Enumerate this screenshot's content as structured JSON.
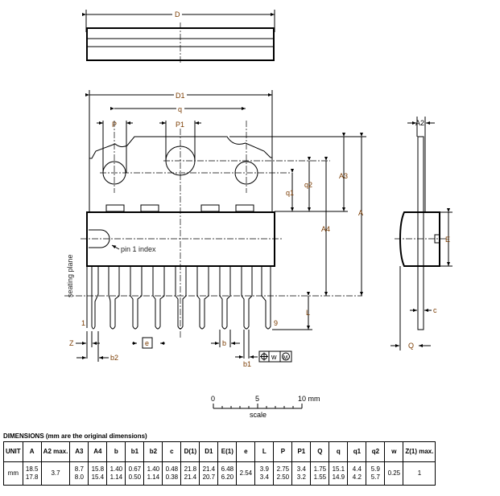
{
  "labels": {
    "D": "D",
    "D1": "D1",
    "q": "q",
    "P": "P",
    "P1": "P1",
    "q1": "q1",
    "q2": "q2",
    "A3": "A3",
    "A4": "A4",
    "A": "A",
    "L": "L",
    "A2": "A2",
    "E": "E",
    "c": "c",
    "Q": "Q",
    "Z": "Z",
    "b2": "b2",
    "e": "e",
    "b": "b",
    "b1": "b1",
    "w": "w",
    "M": "M",
    "pin1": "pin 1 index",
    "seating": "seating plane",
    "pin_first": "1",
    "pin_last": "9"
  },
  "scale": {
    "ticks": [
      "0",
      "5",
      "10 mm"
    ],
    "label": "scale"
  },
  "table": {
    "title": "DIMENSIONS (mm are the original dimensions)",
    "headers": [
      "UNIT",
      "A",
      "A2 max.",
      "A3",
      "A4",
      "b",
      "b1",
      "b2",
      "c",
      "D(1)",
      "D1",
      "E(1)",
      "e",
      "L",
      "P",
      "P1",
      "Q",
      "q",
      "q1",
      "q2",
      "w",
      "Z(1) max."
    ],
    "row": [
      "mm",
      "18.5 17.8",
      "3.7",
      "8.7 8.0",
      "15.8 15.4",
      "1.40 1.14",
      "0.67 0.50",
      "1.40 1.14",
      "0.48 0.38",
      "21.8 21.4",
      "21.4 20.7",
      "6.48 6.20",
      "2.54",
      "3.9 3.4",
      "2.75 2.50",
      "3.4 3.2",
      "1.75 1.55",
      "15.1 14.9",
      "4.4 4.2",
      "5.9 5.7",
      "0.25",
      "1"
    ]
  }
}
